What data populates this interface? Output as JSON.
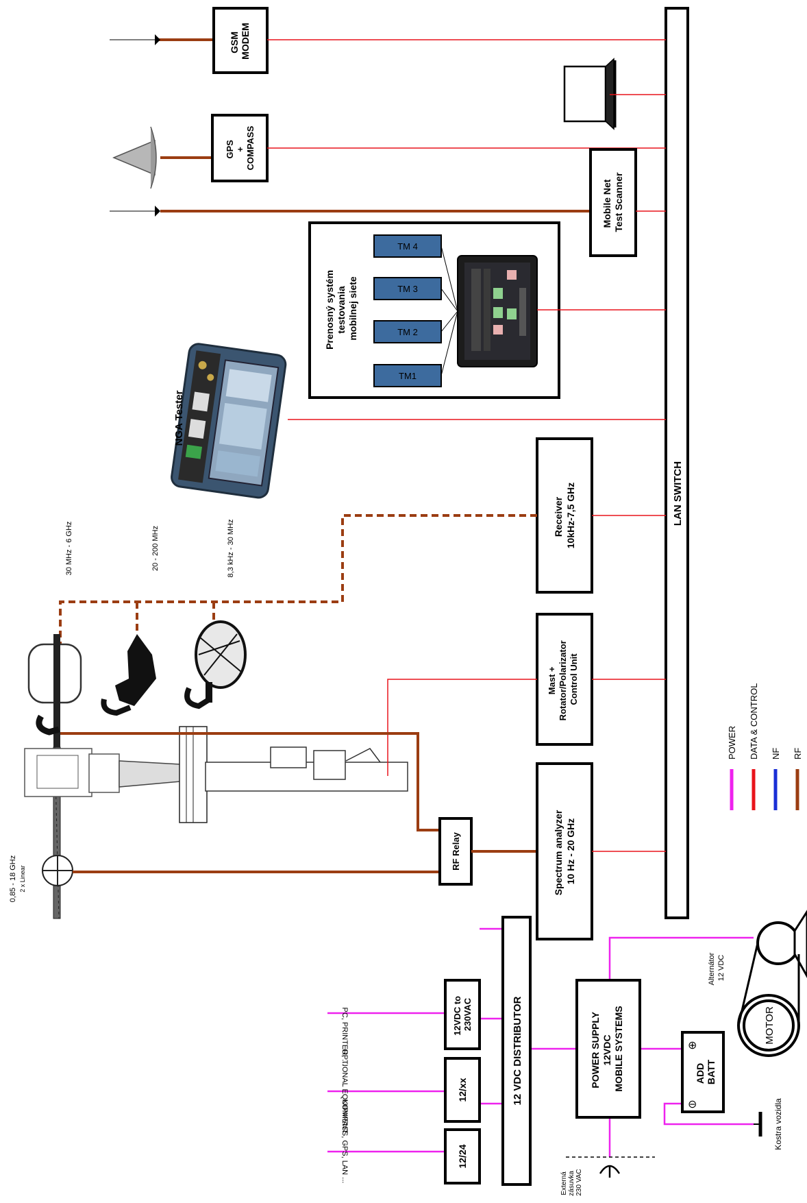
{
  "boxes": {
    "gsm_modem": [
      "GSM",
      "MODEM"
    ],
    "gps_compass": [
      "GPS",
      "+",
      "COMPASS"
    ],
    "mobile_net_scanner": [
      "Mobile Net",
      "Test Scanner"
    ],
    "portable_system": [
      "Prenosný systém",
      "testovania",
      "mobilnej siete"
    ],
    "nga_tester": "NGA Tester",
    "receiver": [
      "Receiver",
      "10kHz-7,5 GHz"
    ],
    "mast_control": [
      "Mast +",
      "Rotator/Polarizator",
      "Control Unit"
    ],
    "spectrum_analyzer": [
      "Spectrum analyzer",
      "10 Hz - 20 GHz"
    ],
    "rf_relay": "RF Relay",
    "lan_switch": "LAN SWITCH",
    "power_supply": [
      "POWER SUPPLY",
      "12VDC",
      "MOBILE SYSTEMS"
    ],
    "distributor": "12 VDC DISTRIBUTOR",
    "inv_230": [
      "12VDC to",
      "230VAC"
    ],
    "conv_12xx": "12/xx",
    "conv_1224": "12/24",
    "add_batt": [
      "ADD",
      "BATT"
    ],
    "motor": "MOTOR"
  },
  "tm_modules": [
    "TM 4",
    "TM 3",
    "TM 2",
    "TM1"
  ],
  "antenna_labels": {
    "a1": "30 MHz - 6 GHz",
    "a2": "20 - 200 MHz",
    "a3": "8,3 kHz - 30 MHz",
    "a4_line1": "0,85 - 18 GHz",
    "a4_line2": "2 x Linear"
  },
  "outputs": {
    "pc_printer": "PC, PRINTER, ...",
    "optional": "OPTIONAL EQUIPMENT",
    "kompass": "KOMPASS, GPS, LAN ..."
  },
  "misc": {
    "alternator": [
      "Alternátor",
      "12 VDC"
    ],
    "kostra": "Kostra vozidla",
    "external_socket": [
      "Externá",
      "zásuvka",
      "230 VAC"
    ],
    "plus": "⊕",
    "minus": "⊖"
  },
  "legend": [
    {
      "label": "POWER",
      "color": "#ee22ee"
    },
    {
      "label": "DATA & CONTROL",
      "color": "#e8141b"
    },
    {
      "label": "NF",
      "color": "#1a2fd6"
    },
    {
      "label": "RF",
      "color": "#9b3d12"
    }
  ]
}
